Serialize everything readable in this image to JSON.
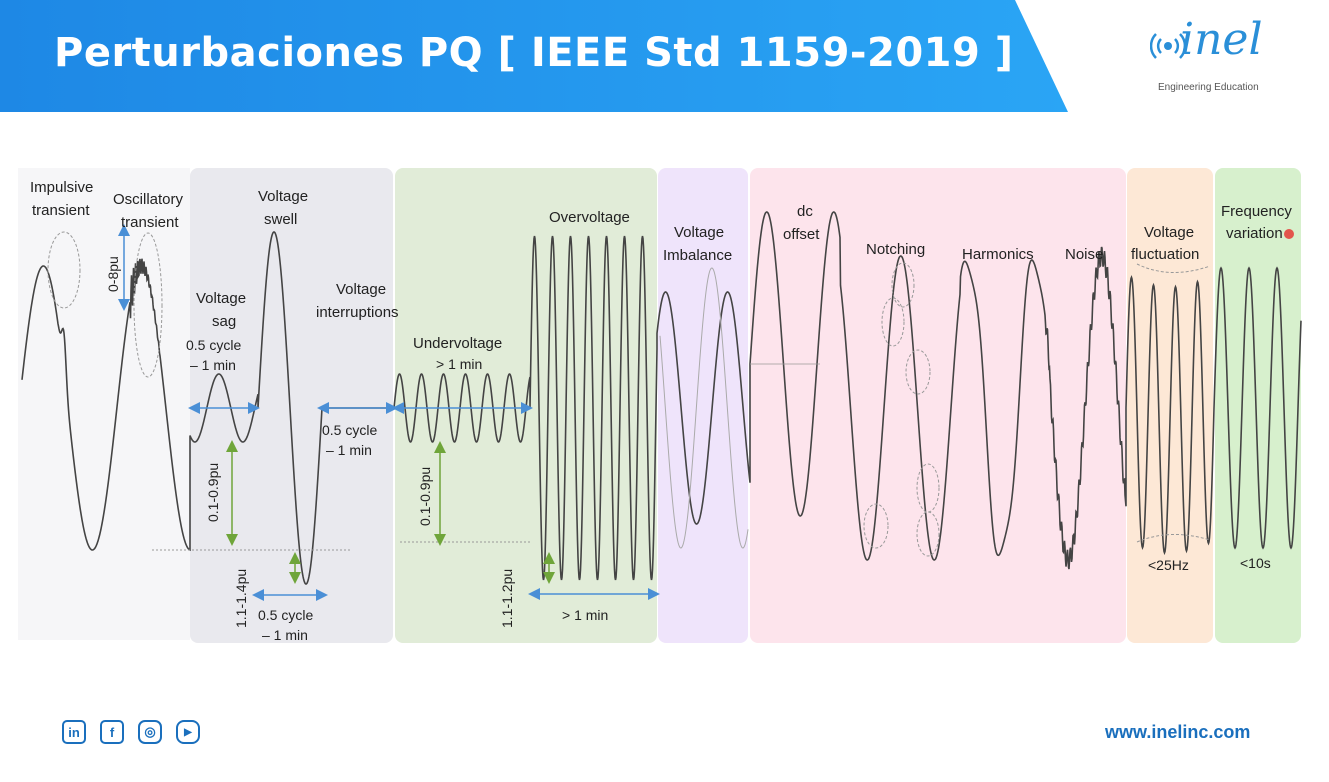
{
  "header": {
    "title": "Perturbaciones PQ  [ IEEE Std 1159-2019 ]"
  },
  "logo": {
    "word": "inel",
    "tagline": "Engineering Education"
  },
  "colors": {
    "banner": "#1e90ea",
    "sag_swell_zone": "#e9e9ee",
    "under_over_zone": "#e1ecd8",
    "imbalance_zone": "#efe4fb",
    "waveform_zone": "#fde4ec",
    "fluctuation_zone": "#fde8d6",
    "frequency_zone": "#d7f0cd",
    "blue_arrow": "#4a8fd6",
    "green_arrow": "#6fa53a"
  },
  "labels": {
    "impulsive": [
      "Impulsive",
      "transient"
    ],
    "oscillatory": [
      "Oscillatory",
      "transient"
    ],
    "pu_0_8": "0-8pu",
    "swell": [
      "Voltage",
      "swell"
    ],
    "sag": [
      "Voltage",
      "sag"
    ],
    "sag_dur": [
      "0.5 cycle",
      "– 1 min"
    ],
    "sag_pu": "0.1-0.9pu",
    "swell_pu": "1.1-1.4pu",
    "swell_dur": [
      "0.5 cycle",
      "– 1 min"
    ],
    "interruptions": [
      "Voltage",
      "interruptions"
    ],
    "interr_dur": [
      "0.5 cycle",
      "– 1 min"
    ],
    "undervoltage": [
      "Undervoltage",
      "> 1 min"
    ],
    "under_pu": "0.1-0.9pu",
    "overvoltage": "Overvoltage",
    "over_pu": "1.1-1.2pu",
    "over_dur": "> 1 min",
    "imbalance": [
      "Voltage",
      "Imbalance"
    ],
    "dc_offset": [
      "dc",
      "offset"
    ],
    "notching": "Notching",
    "harmonics": "Harmonics",
    "noise": "Noise",
    "fluctuation": [
      "Voltage",
      "fluctuation"
    ],
    "fluct_freq": "<25Hz",
    "frequency": [
      "Frequency",
      "variation"
    ],
    "freq_time": "<10s"
  },
  "footer": {
    "icons": [
      "linkedin-icon",
      "facebook-icon",
      "instagram-icon",
      "youtube-icon"
    ],
    "url": "www.inelinc.com"
  }
}
